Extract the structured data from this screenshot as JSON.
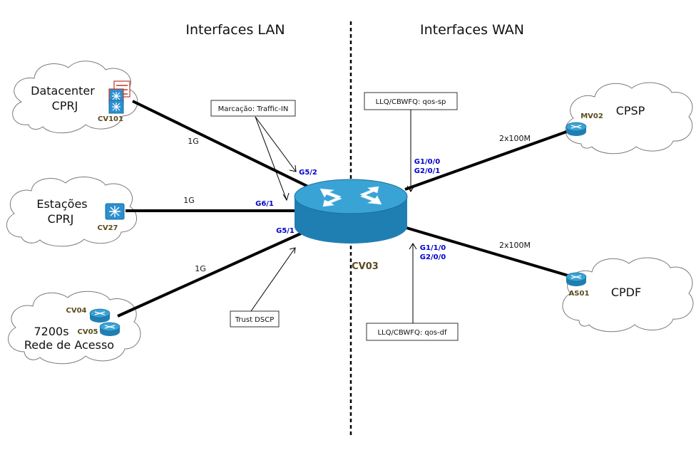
{
  "headers": {
    "lan": "Interfaces LAN",
    "wan": "Interfaces WAN"
  },
  "clouds": {
    "datacenter": {
      "line1": "Datacenter",
      "line2": "CPRJ"
    },
    "estacoes": {
      "line1": "Estações",
      "line2": "CPRJ"
    },
    "acesso": {
      "line1": "7200s",
      "line2": "Rede de Acesso"
    },
    "cpsp": {
      "line1": "CPSP"
    },
    "cpdf": {
      "line1": "CPDF"
    }
  },
  "devices": {
    "cv101": "CV101",
    "cv27": "CV27",
    "cv04": "CV04",
    "cv05": "CV05",
    "mv02": "MV02",
    "as01": "AS01",
    "core": "CV03"
  },
  "links": {
    "datacenter": "1G",
    "estacoes": "1G",
    "acesso": "1G",
    "cpsp": "2x100M",
    "cpdf": "2x100M"
  },
  "interfaces": {
    "g52": "G5/2",
    "g61": "G6/1",
    "g51": "G5/1",
    "g100": "G1/0/0",
    "g201": "G2/0/1",
    "g110": "G1/1/0",
    "g200": "G2/0/0"
  },
  "notes": {
    "marcacao": "Marcação: Traffic-IN",
    "trust": "Trust DSCP",
    "qos_sp": "LLQ/CBWFQ: qos-sp",
    "qos_df": "LLQ/CBWFQ: qos-df"
  },
  "colors": {
    "router_top": "#3aa3d6",
    "router_side": "#1f7fb3",
    "device_label": "#5a4a1e",
    "interface_label": "#0000cc",
    "link": "#000000"
  },
  "icons": [
    "router-icon",
    "switch-icon",
    "firewall-icon",
    "cloud-icon"
  ]
}
